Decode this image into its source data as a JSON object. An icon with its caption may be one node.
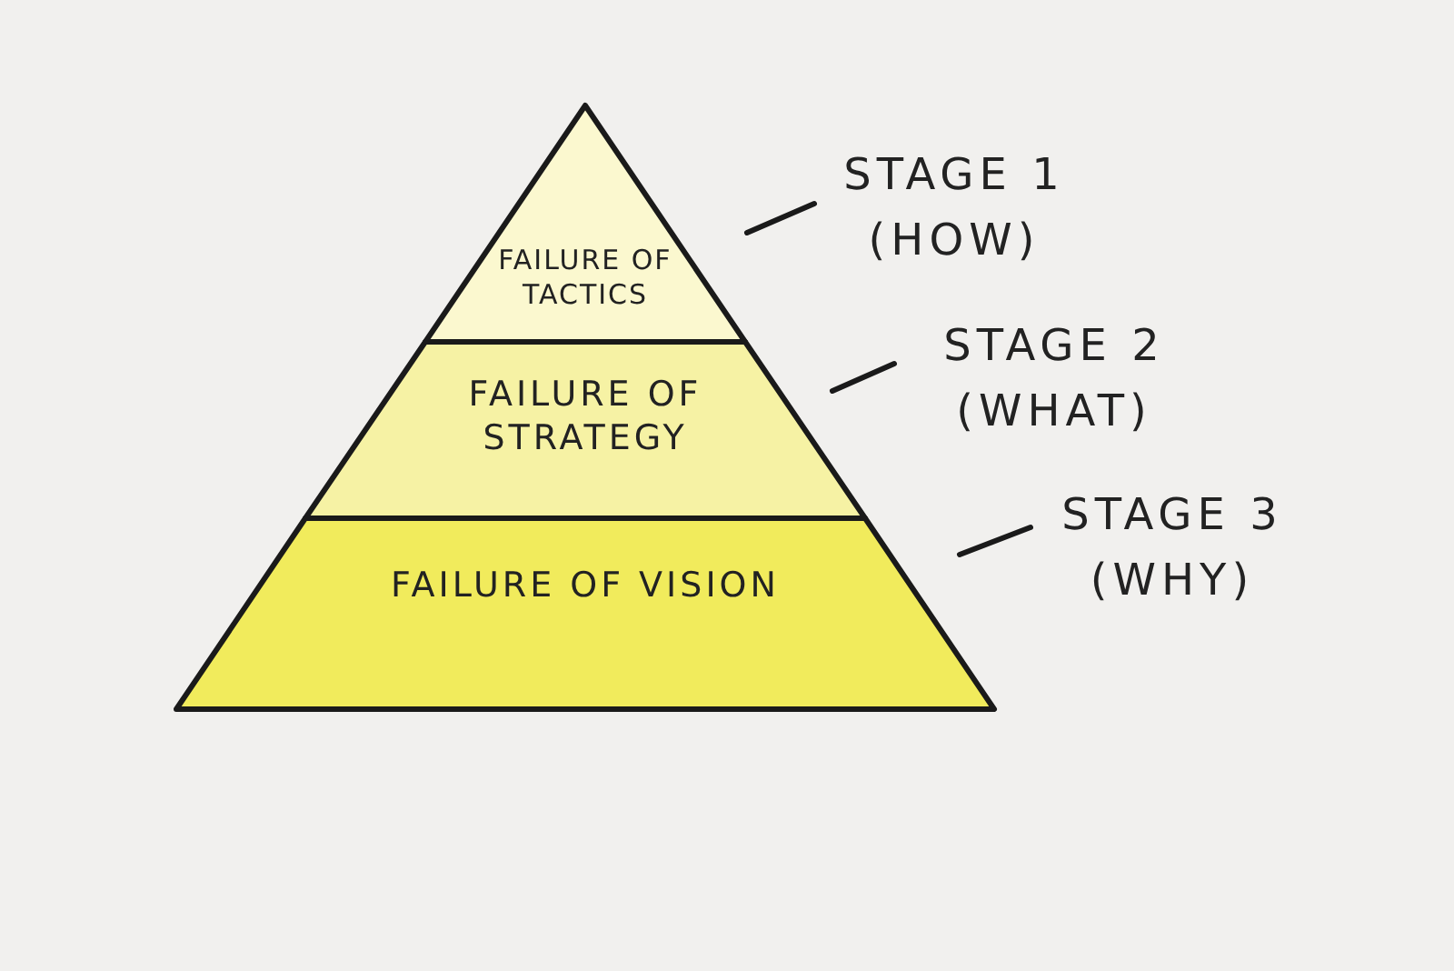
{
  "diagram": {
    "nodes": [
      {
        "text": [
          "FAILURE OF TACTICS"
        ]
      },
      {
        "text": [
          "FAILURE OF STRATEGY"
        ]
      },
      {
        "text": [
          "FAILURE OF VISION"
        ]
      },
      {
        "text": [
          "STAGE 1 (HOW)"
        ]
      },
      {
        "text": [
          "STAGE 2 (WHAT)"
        ]
      },
      {
        "text": [
          "STAGE 3 (WHY)"
        ]
      }
    ],
    "edges": [
      {
        "from": 3,
        "to": 0,
        "arrow": "none"
      },
      {
        "from": 4,
        "to": 1,
        "arrow": "none"
      },
      {
        "from": 5,
        "to": 2,
        "arrow": "none"
      }
    ]
  }
}
